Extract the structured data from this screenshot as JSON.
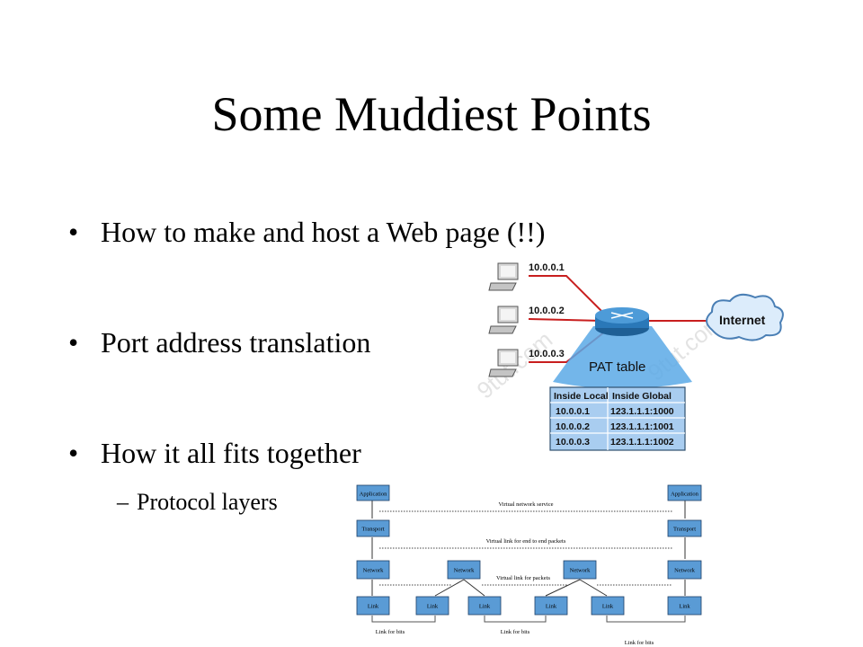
{
  "slide": {
    "title": "Some Muddiest Points",
    "bullets": [
      "How to make and host a Web page (!!)",
      "Port address translation",
      "How it all fits together"
    ],
    "sub_bullets": [
      "Protocol layers"
    ],
    "bullet_glyph": "•",
    "sub_glyph": "–"
  },
  "pat_diagram": {
    "hosts": [
      "10.0.0.1",
      "10.0.0.2",
      "10.0.0.3"
    ],
    "internet_label": "Internet",
    "table_caption": "PAT table",
    "watermark": "9tut.com",
    "columns": [
      "Inside Local",
      "Inside Global"
    ],
    "rows": [
      [
        "10.0.0.1",
        "123.1.1.1:1000"
      ],
      [
        "10.0.0.2",
        "123.1.1.1:1001"
      ],
      [
        "10.0.0.3",
        "123.1.1.1:1002"
      ]
    ],
    "colors": {
      "link": "#c81e1e",
      "router": "#2a78b8",
      "cone": "#5aa9e6",
      "table_fill": "#a9cdf0"
    }
  },
  "layers_diagram": {
    "application": "Application",
    "transport": "Transport",
    "network": "Network",
    "link": "Link",
    "virtual_network_service": "Virtual network service",
    "virtual_link_e2e": "Virtual link for end to end packets",
    "virtual_link_packets": "Virtual link for packets",
    "link_for_bits": "Link for bits",
    "colors": {
      "box": "#5a9bd5"
    }
  }
}
